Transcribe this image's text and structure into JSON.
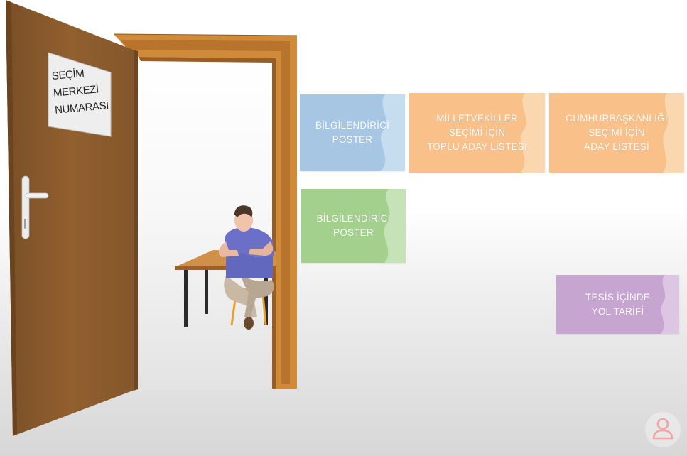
{
  "sign": {
    "text": "SEÇİM MERKEZİ\nNUMARASI"
  },
  "cards": [
    {
      "id": "poster-blue",
      "label": "BİLGİLENDİRİCİ\nPOSTER",
      "color": "#a6c6e4",
      "wave": "#c6dcef"
    },
    {
      "id": "milletvekili",
      "label": "MİLLETVEKİLLER\nSEÇİMİ İÇİN\nTOPLU ADAY LİSTESİ",
      "color": "#f9c089",
      "wave": "#fbd7b0"
    },
    {
      "id": "cumhurbaskanligi",
      "label": "CUMHURBAŞKANLIĞI\nSEÇİMİ İÇİN\nADAY LİSTESİ",
      "color": "#f9c089",
      "wave": "#fbd7b0"
    },
    {
      "id": "poster-green",
      "label": "BİLGİLENDİRİCİ\nPOSTER",
      "color": "#a3d18d",
      "wave": "#c6e3b8"
    },
    {
      "id": "tesis",
      "label": "TESİS İÇİNDE\nYOL TARİFİ",
      "color": "#c7a5d1",
      "wave": "#dcc6e2"
    }
  ],
  "icons": {
    "person": "person-outline-icon"
  },
  "colors": {
    "door": "#8b5c2f",
    "frame": "#c37e34",
    "person_icon": "#f0a4a4"
  }
}
